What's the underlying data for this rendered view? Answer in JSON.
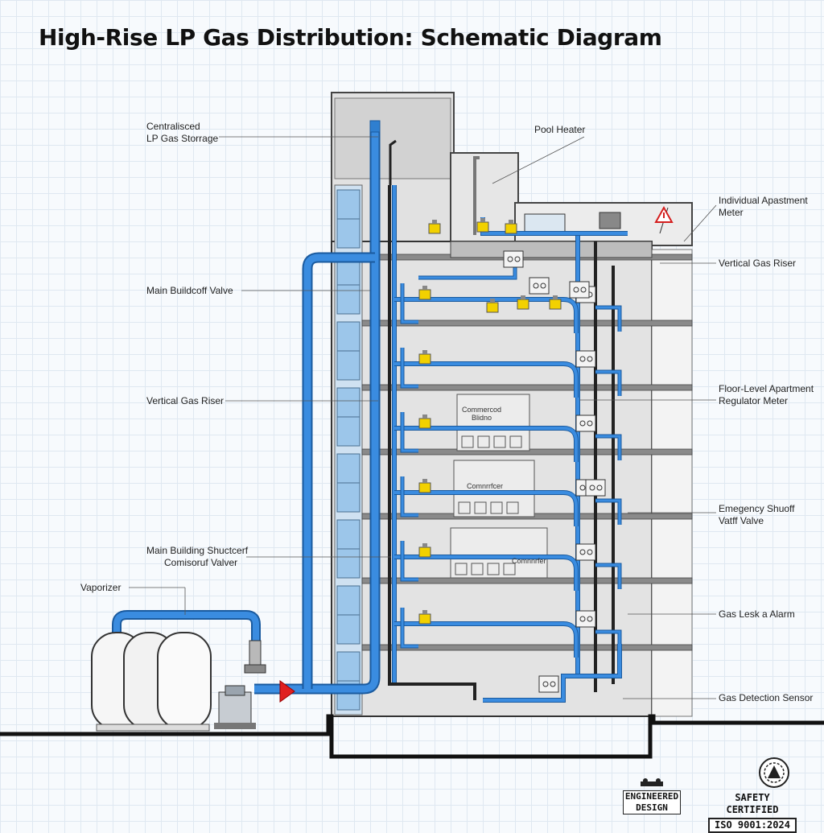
{
  "title": "High-Rise LP Gas Distribution: Schematic Diagram",
  "labels": {
    "centralized_storage": [
      "Centralisced",
      "LP Gas Storrage"
    ],
    "main_buildoff_valve": "Main Buildcoff Valve",
    "vertical_riser_left": "Vertical Gas Riser",
    "main_building_shutoff": [
      "Main Building Shuctcerf",
      "Comisoruf Valver"
    ],
    "vaporizer": "Vaporizer",
    "pool_heater": "Pool Heater",
    "individual_meter": [
      "Individual Apastment",
      "Meter"
    ],
    "vertical_riser_right": "Vertical Gas Riser",
    "floor_regulator_meter": [
      "Floor-Level Apartment",
      "Regulator Meter"
    ],
    "emergency_shutoff": [
      "Emegency Shuoff",
      "Vatff Valve"
    ],
    "gas_leak_alarm": "Gas Lesk a Alarm",
    "gas_detection_sensor": "Gas Detection Sensor"
  },
  "room_labels": {
    "commercial_1": [
      "Commercod",
      "Blidno"
    ],
    "commercial_2": "Comnrrfcer",
    "commercial_3": "Comnnrfer"
  },
  "badges": {
    "engineered": [
      "ENGINEERED",
      "DESIGN"
    ],
    "safety": [
      "SAFETY CERTIFIED",
      "ISO 9001:2024"
    ]
  },
  "colors": {
    "gas_pipe": "#2f7fd0",
    "gas_pipe_outline": "#1a5a9e",
    "return_pipe": "#333333",
    "valve": "#f2d100",
    "flow_arrow": "#e02020",
    "building": "#dcdcdc",
    "window": "#9cc6ea"
  },
  "icons": [
    "flow-arrow-icon",
    "warning-triangle-icon",
    "valve-icon",
    "meter-icon",
    "certification-seal-icon",
    "engineering-stamp-icon"
  ]
}
